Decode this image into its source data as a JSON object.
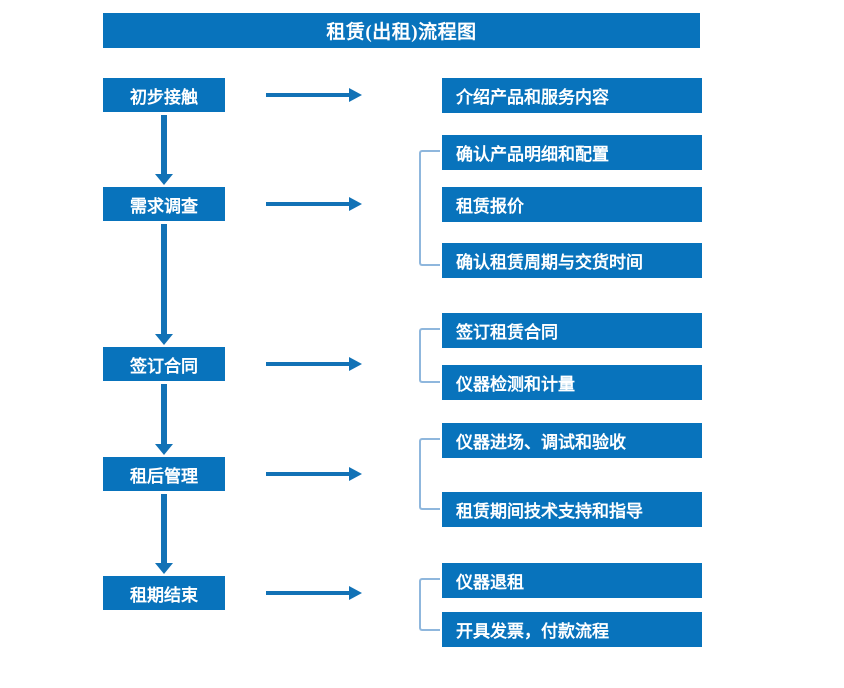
{
  "title": "租赁(出租)流程图",
  "colors": {
    "box_blue": "#0873BC",
    "arrow_blue": "#1272B6",
    "bracket_blue": "#8FB7DD",
    "text_white": "#FFFFFF",
    "background": "#FFFFFF"
  },
  "stages": [
    {
      "id": "initial-contact",
      "label": "初步接触",
      "outputs": [
        "介绍产品和服务内容"
      ],
      "grouped": false
    },
    {
      "id": "requirement-survey",
      "label": "需求调查",
      "outputs": [
        "确认产品明细和配置",
        "租赁报价",
        "确认租赁周期与交货时间"
      ],
      "grouped": true
    },
    {
      "id": "sign-contract",
      "label": "签订合同",
      "outputs": [
        "签订租赁合同",
        "仪器检测和计量"
      ],
      "grouped": true
    },
    {
      "id": "post-rental-management",
      "label": "租后管理",
      "outputs": [
        "仪器进场、调试和验收",
        "租赁期间技术支持和指导"
      ],
      "grouped": true
    },
    {
      "id": "lease-end",
      "label": "租期结束",
      "outputs": [
        "仪器退租",
        "开具发票，付款流程"
      ],
      "grouped": true
    }
  ],
  "left_nodes": [
    {
      "label": "初步接触"
    },
    {
      "label": "需求调查"
    },
    {
      "label": "签订合同"
    },
    {
      "label": "租后管理"
    },
    {
      "label": "租期结束"
    }
  ],
  "right_nodes": [
    {
      "label": "介绍产品和服务内容"
    },
    {
      "label": "确认产品明细和配置"
    },
    {
      "label": "租赁报价"
    },
    {
      "label": "确认租赁周期与交货时间"
    },
    {
      "label": "签订租赁合同"
    },
    {
      "label": "仪器检测和计量"
    },
    {
      "label": "仪器进场、调试和验收"
    },
    {
      "label": "租赁期间技术支持和指导"
    },
    {
      "label": "仪器退租"
    },
    {
      "label": "开具发票，付款流程"
    }
  ]
}
